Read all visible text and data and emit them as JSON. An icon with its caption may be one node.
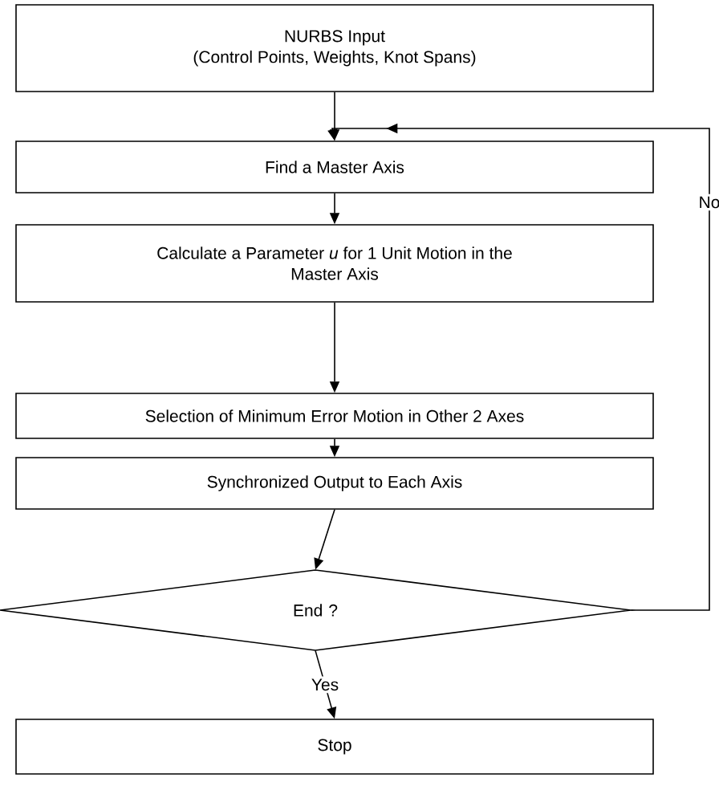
{
  "diagram": {
    "nodes": [
      {
        "text": [
          "NURBS Input",
          "(Control Points, Weights, Knot Spans)"
        ]
      },
      {
        "text": [
          "Find a Master Axis"
        ]
      },
      {
        "text": [
          "Calculate a Parameter *u* for 1 Unit Motion in the Master Axis"
        ]
      },
      {
        "text": [
          "Selection of Minimum Error Motion in Other 2 Axes"
        ]
      },
      {
        "text": [
          "Synchronized Output to Each Axis"
        ]
      },
      {
        "text": [
          "End ?"
        ]
      },
      {
        "text": [
          "Stop"
        ]
      }
    ],
    "edges": [
      {
        "from": 0,
        "to": 1,
        "arrow": "to"
      },
      {
        "from": 1,
        "to": 2,
        "arrow": "to"
      },
      {
        "from": 2,
        "to": 3,
        "arrow": "to"
      },
      {
        "from": 3,
        "to": 4,
        "arrow": "to"
      },
      {
        "from": 4,
        "to": 5,
        "arrow": "to"
      },
      {
        "from": 5,
        "to": 6,
        "arrow": "to",
        "label": "Yes"
      },
      {
        "from": 5,
        "to": 1,
        "arrow": "to",
        "label": "No"
      }
    ]
  }
}
